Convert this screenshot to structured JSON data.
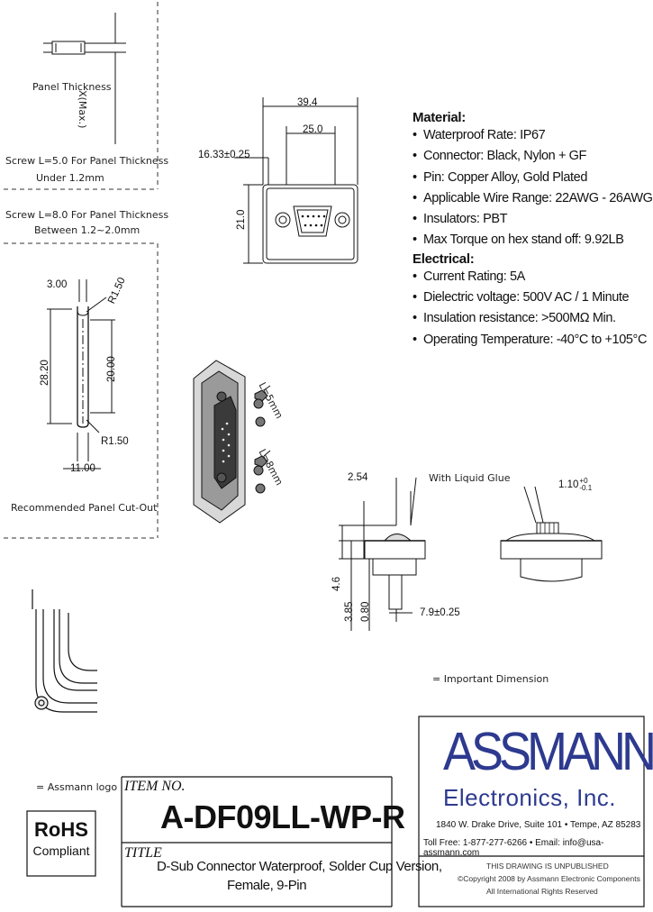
{
  "left_notes": {
    "x_max": "X(Max.)",
    "panel_thickness": "Panel Thickness",
    "screw_line_1": "Screw L=5.0 For Panel Thickness",
    "screw_line_1b": "Under 1.2mm",
    "screw_line_2": "Screw L=8.0 For Panel Thickness",
    "screw_line_2b": "Between 1.2~2.0mm",
    "cutout_title": "Recommended Panel Cut-Out",
    "dim_3": "3.00",
    "dim_r150_top": "R1.50",
    "dim_2820": "28.20",
    "dim_2000": "20.00",
    "dim_r150_bot": "R1.50",
    "dim_1100": "11.00"
  },
  "top_view": {
    "dim_394": "39.4",
    "dim_250": "25.0",
    "dim_1633": "16.33±0.25",
    "dim_210": "21.0"
  },
  "screw_labels": {
    "screw_5": "L=5mm",
    "screw_8": "L=8mm"
  },
  "side_view": {
    "dim_254": "2.54",
    "glue": "With Liquid Glue",
    "dim_110": "1.10",
    "dim_110_sup": "+0",
    "dim_110_sub": "-0.1",
    "dim_46": "4.6",
    "dim_385": "3.85",
    "dim_080": "0.80",
    "dim_79": "7.9±0.25"
  },
  "important_dim": "= Important Dimension",
  "specs": {
    "material_heading": "Material:",
    "material": [
      "Waterproof Rate: IP67",
      "Connector: Black, Nylon + GF",
      "Pin: Copper Alloy, Gold Plated",
      "Applicable Wire Range: 22AWG - 26AWG",
      "Insulators: PBT",
      "Max Torque on hex stand off: 9.92LB"
    ],
    "electrical_heading": "Electrical:",
    "electrical": [
      "Current Rating: 5A",
      "Dielectric voltage: 500V AC / 1 Minute",
      "Insulation resistance: >500MΩ Min.",
      "Operating Temperature: -40°C to +105°C"
    ]
  },
  "logo_note": "= Assmann logo",
  "rohs": {
    "line1": "RoHS",
    "line2": "Compliant"
  },
  "title_block": {
    "item_label": "ITEM NO.",
    "part_number": "A-DF09LL-WP-R",
    "title_label": "TITLE",
    "title_line1": "D-Sub Connector Waterproof, Solder Cup Version,",
    "title_line2": "Female, 9-Pin"
  },
  "company": {
    "name_1": "ASSMANN",
    "name_2": "Electronics, Inc.",
    "address": "1840 W. Drake Drive, Suite 101 • Tempe, AZ 85283",
    "contact": "Toll Free: 1-877-277-6266 • Email: info@usa-assmann.com",
    "notice1": "THIS DRAWING IS UNPUBLISHED",
    "notice2": "©Copyright 2008 by Assmann Electronic Components",
    "notice3": "All International Rights Reserved"
  },
  "colors": {
    "brand": "#2d3a8f",
    "line": "#111111"
  }
}
